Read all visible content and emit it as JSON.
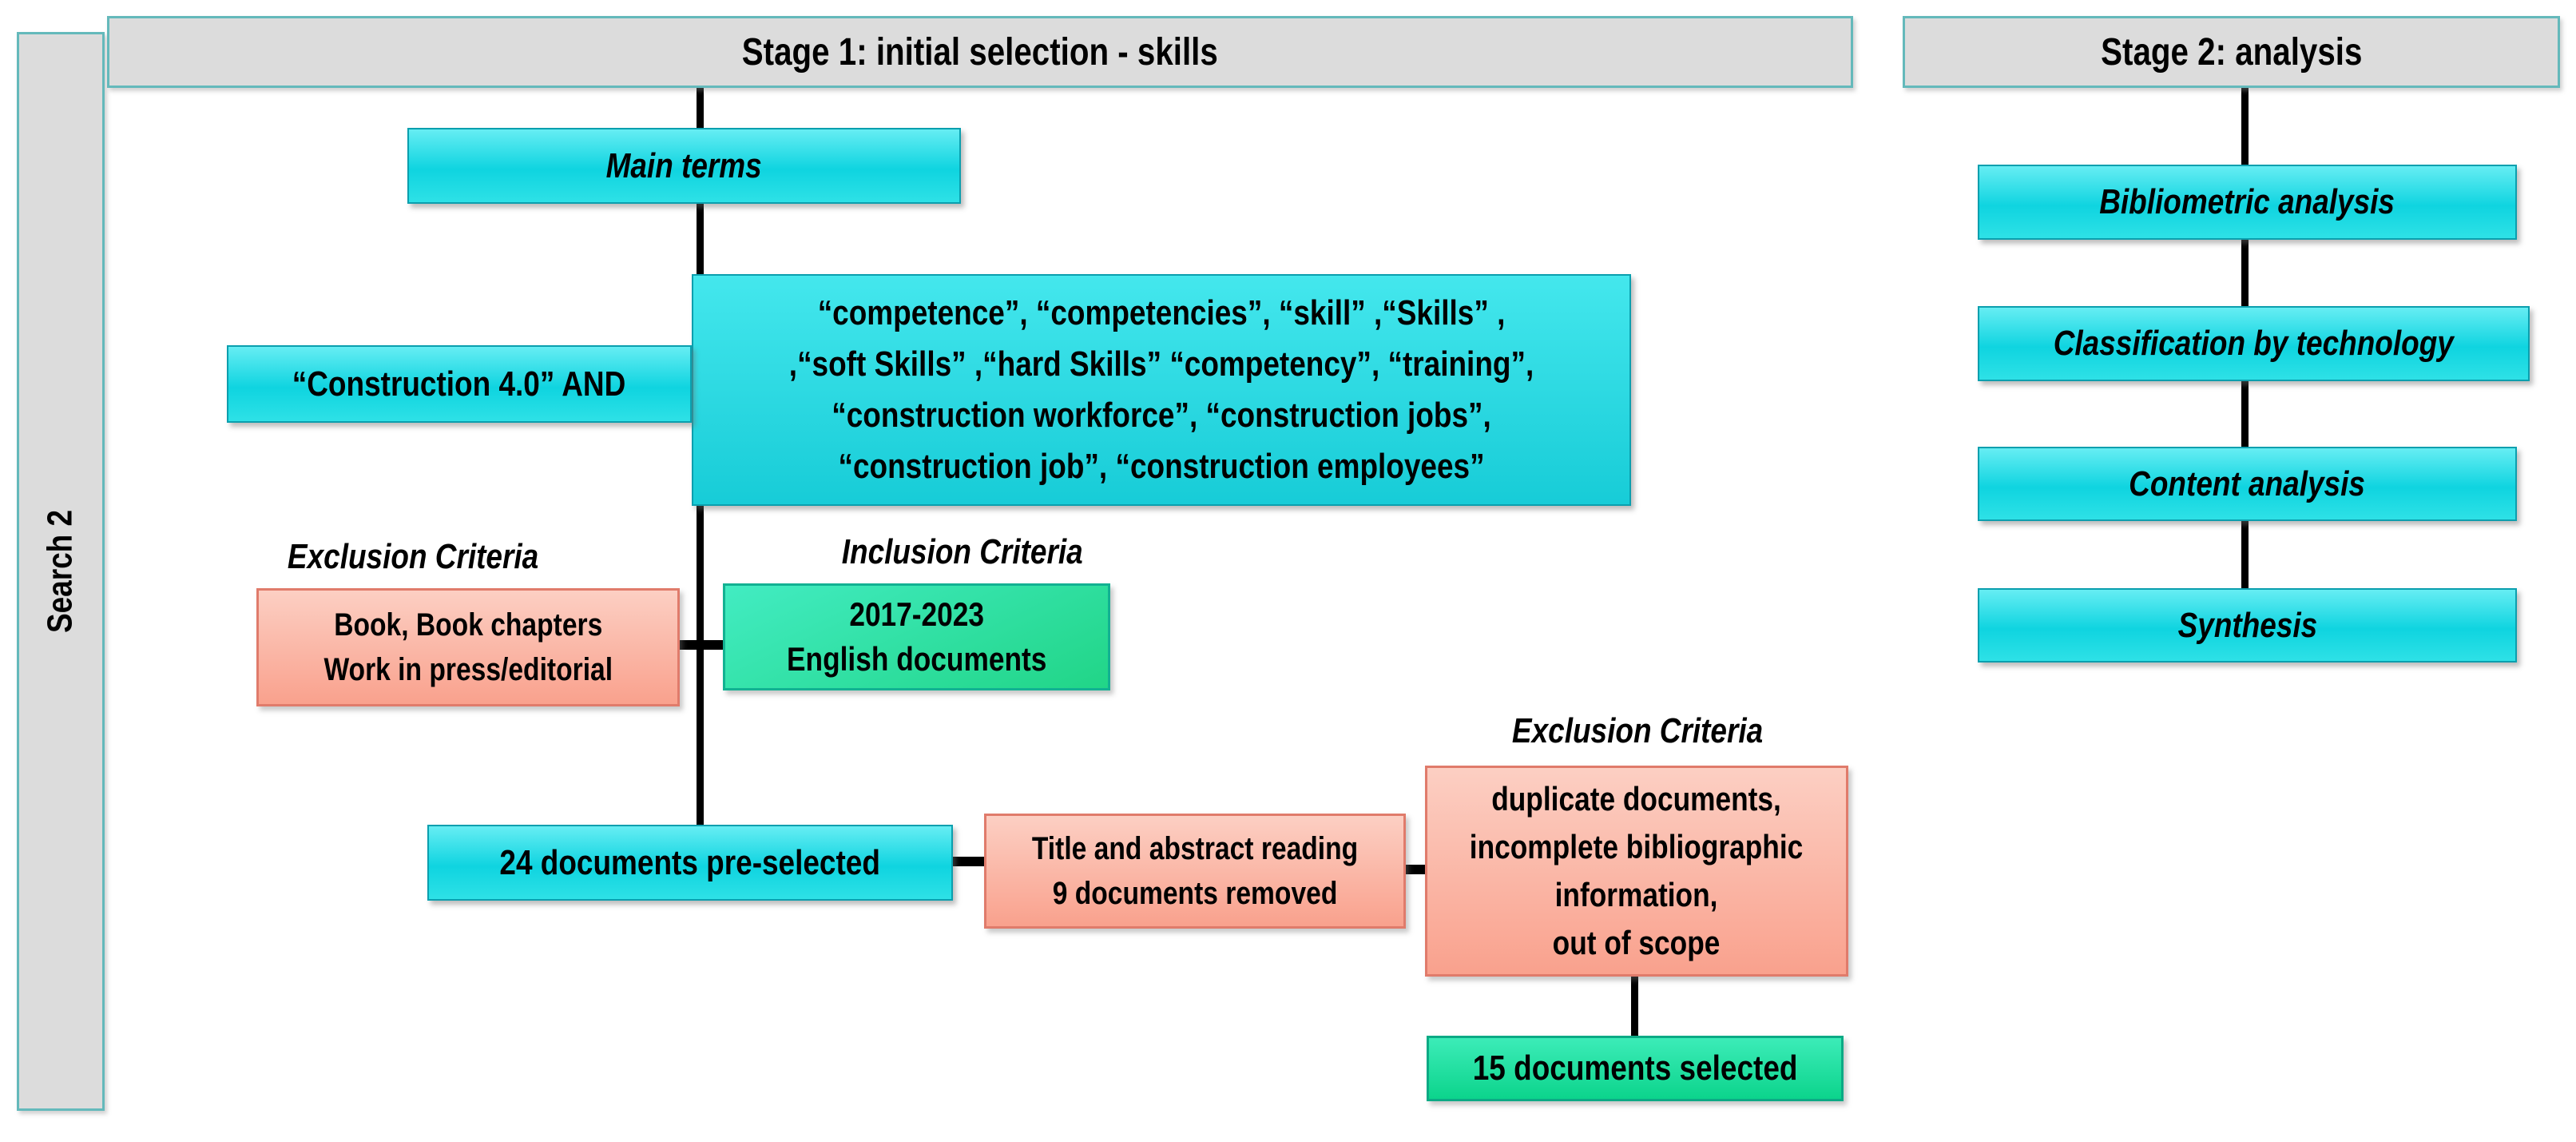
{
  "sidebar": {
    "label": "Search 2"
  },
  "stage1": {
    "header": "Stage 1: initial selection - skills",
    "main_terms": "Main terms",
    "construction_box": "“Construction 4.0”  AND",
    "terms_box": {
      "lines": [
        "“competence”, “competencies”, “skill” ,“Skills” ,",
        ",“soft Skills” ,“hard Skills” “competency”, “training”,",
        "“construction workforce”, “construction jobs”,",
        "“construction job”, “construction employees”"
      ]
    },
    "exclusion1": {
      "title": "Exclusion Criteria",
      "lines": [
        "Book, Book chapters",
        "Work in press/editorial"
      ]
    },
    "inclusion": {
      "title": "Inclusion Criteria",
      "lines": [
        "2017-2023",
        "English documents"
      ]
    },
    "preselected": "24 documents pre-selected",
    "screening": {
      "lines": [
        "Title and abstract reading",
        "9 documents removed"
      ]
    },
    "exclusion2": {
      "title": "Exclusion Criteria",
      "lines": [
        "duplicate documents,",
        "incomplete bibliographic",
        "information,",
        "out of scope"
      ]
    },
    "selected": "15 documents selected"
  },
  "stage2": {
    "header": "Stage 2: analysis",
    "steps": [
      "Bibliometric analysis",
      "Classification by technology",
      "Content analysis",
      "Synthesis"
    ]
  },
  "colors": {
    "cyan_top": "#66edf3",
    "cyan_mid": "#0fd4e0",
    "cyan_low": "#2ee1e6",
    "cyan_big_top": "#44e7ed",
    "cyan_big_bottom": "#17ccd7",
    "cyan_border": "#0b9fae",
    "salmon_top": "#fccfc3",
    "salmon_bottom": "#f9a18d",
    "salmon_border": "#e07b6b",
    "green_incl_top": "#42ecc2",
    "green_incl_bottom": "#21d587",
    "green_incl_border": "#12b192",
    "green_sel_top": "#3cecb8",
    "green_sel_bottom": "#0cd48c",
    "green_sel_border": "#0caa85",
    "gray_fill": "#dcdcdc",
    "gray_border": "#64b9bb",
    "line": "#000000"
  }
}
